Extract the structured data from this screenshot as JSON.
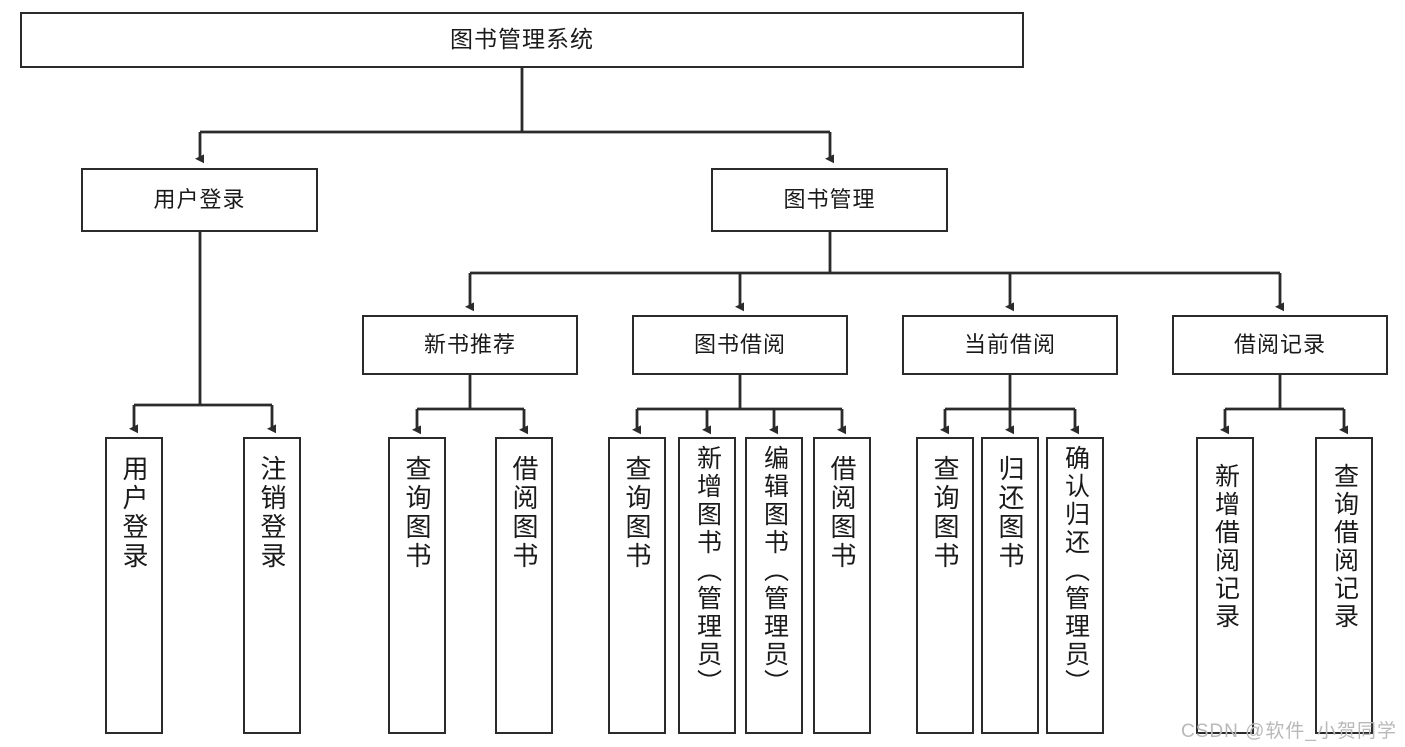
{
  "diagram": {
    "title": "图书管理系统",
    "watermark": "CSDN @软件_小贺同学",
    "colors": {
      "stroke": "#2b2b2b",
      "fill": "#ffffff",
      "text": "#1a1a1a",
      "watermark": "#b9b9b9"
    }
  },
  "nodes": {
    "root": {
      "label": "图书管理系统"
    },
    "level2": [
      {
        "label": "用户登录"
      },
      {
        "label": "图书管理"
      }
    ],
    "level3": [
      {
        "label": "新书推荐"
      },
      {
        "label": "图书借阅"
      },
      {
        "label": "当前借阅"
      },
      {
        "label": "借阅记录"
      }
    ],
    "leaves": {
      "user_login": [
        {
          "label": "用户登录"
        },
        {
          "label": "注销登录"
        }
      ],
      "new_book": [
        {
          "label": "查询图书"
        },
        {
          "label": "借阅图书"
        }
      ],
      "book_borrow": [
        {
          "label": "查询图书"
        },
        {
          "label": "新增图书（管理员）"
        },
        {
          "label": "编辑图书（管理员）"
        },
        {
          "label": "借阅图书"
        }
      ],
      "current_borrow": [
        {
          "label": "查询图书"
        },
        {
          "label": "归还图书"
        },
        {
          "label": "确认归还（管理员）"
        }
      ],
      "borrow_record": [
        {
          "label": "新增借阅记录"
        },
        {
          "label": "查询借阅记录"
        }
      ]
    }
  }
}
